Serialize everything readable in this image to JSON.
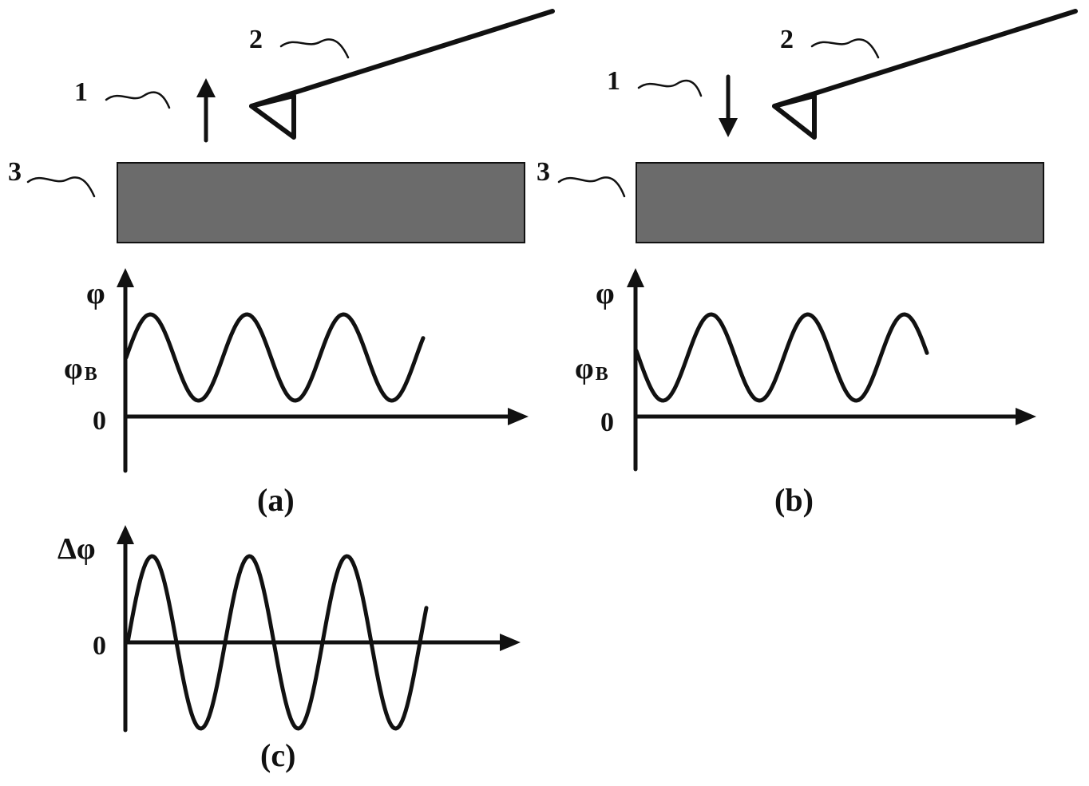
{
  "panel_a": {
    "caption": "(a)",
    "callout_1": "1",
    "callout_2": "2",
    "callout_3": "3",
    "arrow_direction": "up",
    "y_axis_label": "φ",
    "baseline_label": "φ",
    "baseline_subscript": "B",
    "zero_label": "0"
  },
  "panel_b": {
    "caption": "(b)",
    "callout_1": "1",
    "callout_2": "2",
    "callout_3": "3",
    "arrow_direction": "down",
    "y_axis_label": "φ",
    "baseline_label": "φ",
    "baseline_subscript": "B",
    "zero_label": "0"
  },
  "panel_c": {
    "caption": "(c)",
    "y_axis_label": "Δφ",
    "zero_label": "0"
  },
  "colors": {
    "ink": "#111111",
    "sample_fill": "#6b6b6b",
    "background": "#ffffff"
  }
}
